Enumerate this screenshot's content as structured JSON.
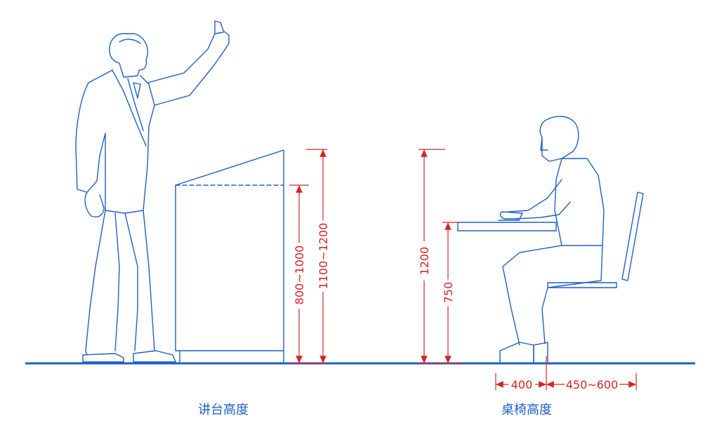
{
  "colors": {
    "line": "#1f5fc7",
    "dimension": "#d42424",
    "ground": "#1f5fc7",
    "background": "#ffffff"
  },
  "dimensions": {
    "podium_desk": "800~1000",
    "podium_top": "1100~1200",
    "desk_total": "1200",
    "desk_surface": "750",
    "seat_front": "400",
    "seat_depth": "450~600"
  },
  "captions": {
    "left": "讲台高度",
    "right": "桌椅高度"
  }
}
